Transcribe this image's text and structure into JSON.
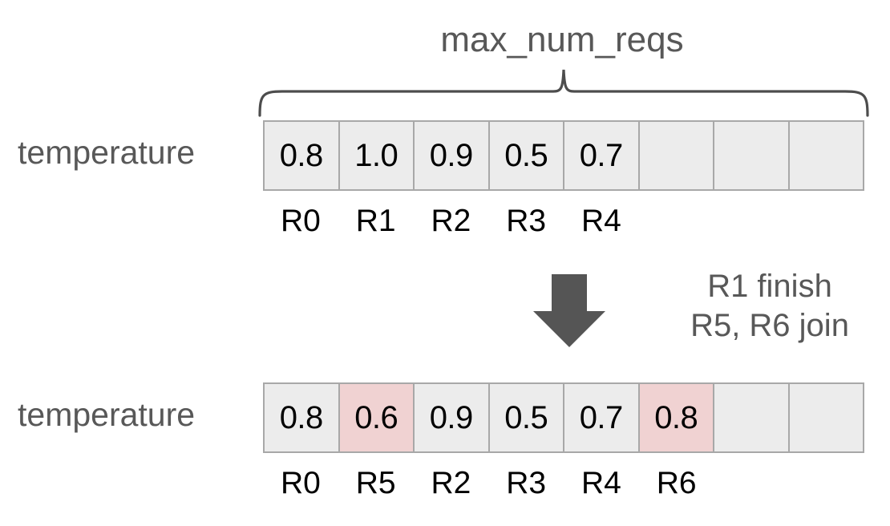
{
  "diagram": {
    "caption": "max_num_reqs",
    "brace": {
      "label": "max_num_reqs"
    },
    "arrow": {
      "icon": "down-arrow-icon",
      "direction": "down"
    },
    "note": {
      "line1": "R1 finish",
      "line2": "R5, R6 join"
    },
    "colors": {
      "slot_fill": "#ececec",
      "slot_border": "#a8a8a8",
      "highlight_fill": "#f0d2d2",
      "gray_text": "#585858",
      "black_text": "#000000",
      "arrow_fill": "#555555"
    },
    "states": [
      {
        "name": "before",
        "row_label": "temperature",
        "num_slots": 8,
        "slots": [
          {
            "value": "0.8",
            "req": "R0",
            "highlight": false
          },
          {
            "value": "1.0",
            "req": "R1",
            "highlight": false
          },
          {
            "value": "0.9",
            "req": "R2",
            "highlight": false
          },
          {
            "value": "0.5",
            "req": "R3",
            "highlight": false
          },
          {
            "value": "0.7",
            "req": "R4",
            "highlight": false
          },
          {
            "value": "",
            "req": "",
            "highlight": false
          },
          {
            "value": "",
            "req": "",
            "highlight": false
          },
          {
            "value": "",
            "req": "",
            "highlight": false
          }
        ]
      },
      {
        "name": "after",
        "row_label": "temperature",
        "num_slots": 8,
        "slots": [
          {
            "value": "0.8",
            "req": "R0",
            "highlight": false
          },
          {
            "value": "0.6",
            "req": "R5",
            "highlight": true
          },
          {
            "value": "0.9",
            "req": "R2",
            "highlight": false
          },
          {
            "value": "0.5",
            "req": "R3",
            "highlight": false
          },
          {
            "value": "0.7",
            "req": "R4",
            "highlight": false
          },
          {
            "value": "0.8",
            "req": "R6",
            "highlight": true
          },
          {
            "value": "",
            "req": "",
            "highlight": false
          },
          {
            "value": "",
            "req": "",
            "highlight": false
          }
        ]
      }
    ]
  }
}
